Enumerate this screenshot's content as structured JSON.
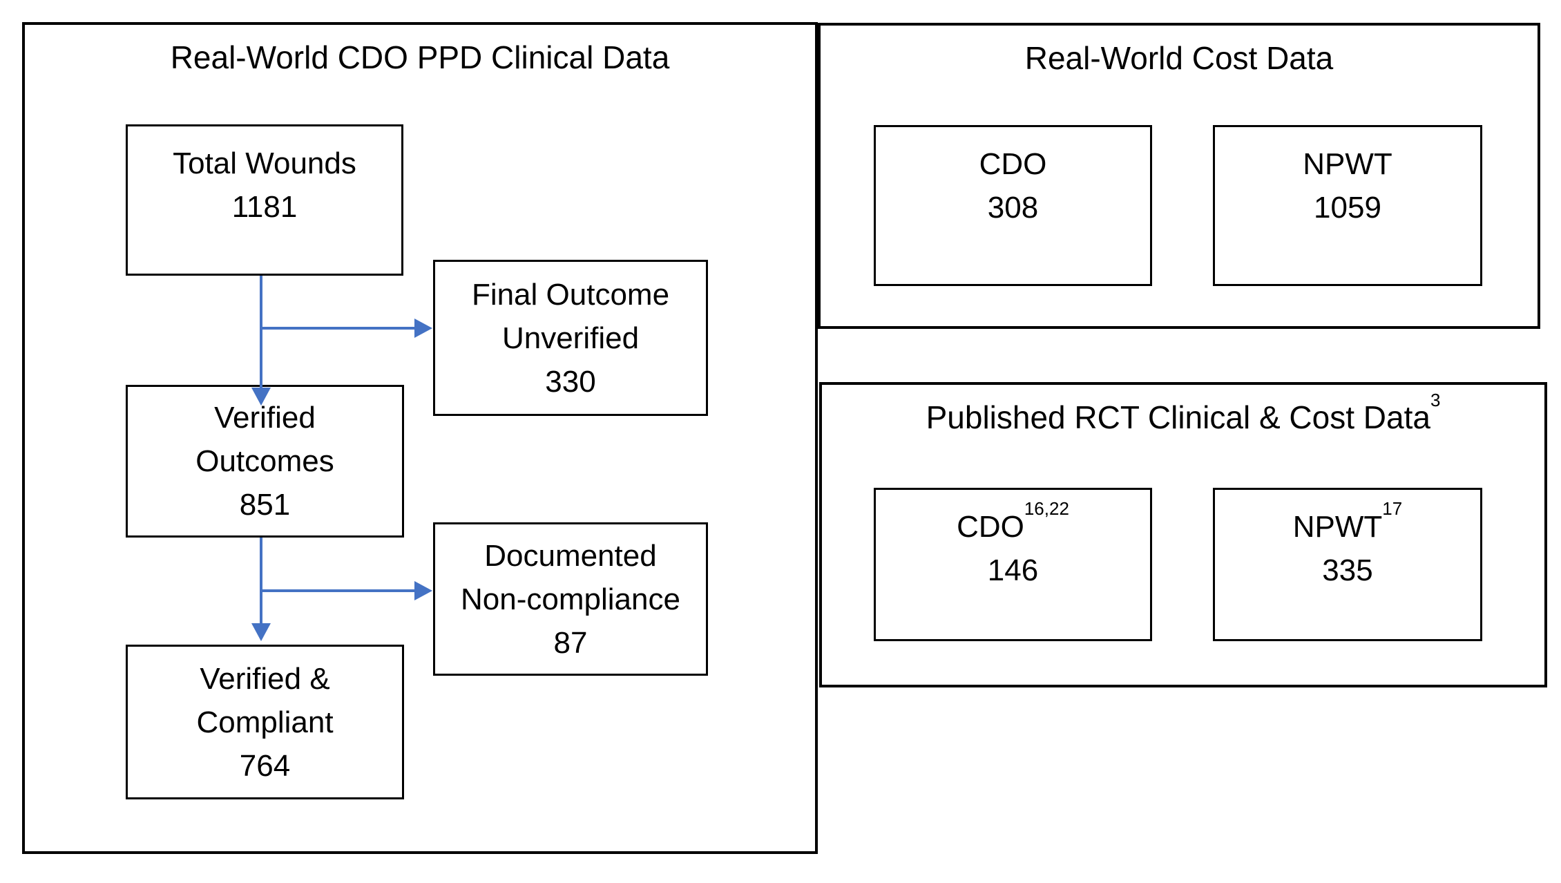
{
  "colors": {
    "arrow_blue": "#4472C4",
    "box_border": "#000000",
    "text": "#000000",
    "background": "#FFFFFF"
  },
  "clinical_panel": {
    "title": "Real-World CDO PPD Clinical Data",
    "total_wounds": {
      "label": "Total Wounds",
      "value": "1181"
    },
    "final_outcome_unverified": {
      "label_line1": "Final Outcome",
      "label_line2": "Unverified",
      "value": "330"
    },
    "verified_outcomes": {
      "label_line1": "Verified",
      "label_line2": "Outcomes",
      "value": "851"
    },
    "documented_noncompliance": {
      "label_line1": "Documented",
      "label_line2": "Non-compliance",
      "value": "87"
    },
    "verified_compliant": {
      "label_line1": "Verified &",
      "label_line2": "Compliant",
      "value": "764"
    }
  },
  "cost_panel": {
    "title": "Real-World Cost Data",
    "cdo": {
      "label": "CDO",
      "value": "308"
    },
    "npwt": {
      "label": "NPWT",
      "value": "1059"
    }
  },
  "rct_panel": {
    "title": "Published RCT Clinical & Cost Data",
    "title_superscript": "3",
    "cdo": {
      "label": "CDO",
      "superscript": "16,22",
      "value": "146"
    },
    "npwt": {
      "label": "NPWT",
      "superscript": "17",
      "value": "335"
    }
  }
}
